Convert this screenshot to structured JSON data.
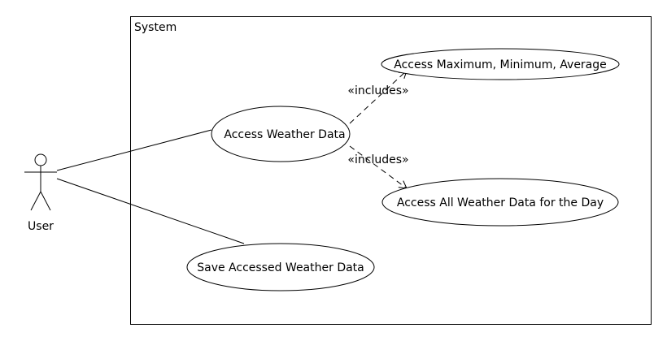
{
  "system": {
    "label": "System"
  },
  "actor": {
    "label": "User"
  },
  "use_cases": {
    "access_weather": "Access Weather Data",
    "access_stats": "Access Maximum, Minimum, Average",
    "access_all_day": "Access All Weather Data for the Day",
    "save_accessed": "Save Accessed Weather Data"
  },
  "relations": {
    "include_stats": "«includes»",
    "include_all_day": "«includes»"
  },
  "colors": {
    "line": "#000000",
    "background": "#ffffff"
  }
}
